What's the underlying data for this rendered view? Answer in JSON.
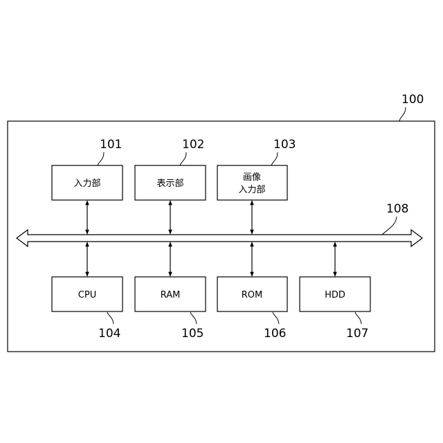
{
  "diagram": {
    "outer": {
      "ref": "100"
    },
    "bus": {
      "ref": "108"
    },
    "top_blocks": [
      {
        "id": "input",
        "ref": "101",
        "lines": [
          "入力部"
        ]
      },
      {
        "id": "display",
        "ref": "102",
        "lines": [
          "表示部"
        ]
      },
      {
        "id": "image-input",
        "ref": "103",
        "lines": [
          "画像",
          "入力部"
        ]
      }
    ],
    "bottom_blocks": [
      {
        "id": "cpu",
        "ref": "104",
        "lines": [
          "CPU"
        ]
      },
      {
        "id": "ram",
        "ref": "105",
        "lines": [
          "RAM"
        ]
      },
      {
        "id": "rom",
        "ref": "106",
        "lines": [
          "ROM"
        ]
      },
      {
        "id": "hdd",
        "ref": "107",
        "lines": [
          "HDD"
        ]
      }
    ]
  }
}
